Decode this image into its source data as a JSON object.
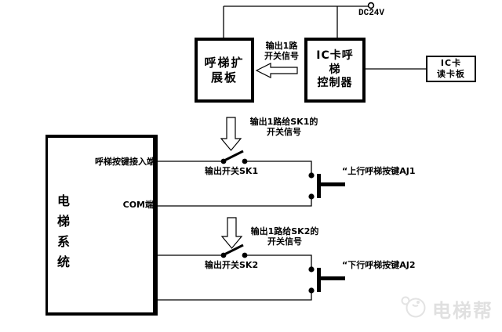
{
  "diagram": {
    "power": {
      "label": "DC24V"
    },
    "boxes": {
      "expansion_board": {
        "line1": "呼梯扩",
        "line2": "展板"
      },
      "controller": {
        "line1": "IC卡呼",
        "line2": "梯",
        "line3": "控制器"
      },
      "card_reader": {
        "line1": "IC卡",
        "line2": "读卡板"
      },
      "elevator_system": {
        "chars": [
          "电",
          "梯",
          "系",
          "统"
        ]
      }
    },
    "signal_labels": {
      "to_expansion": {
        "line1": "输出1路",
        "line2": "开关信号"
      },
      "to_sk1": {
        "line1": "输出1路给SK1的",
        "line2": "开关信号"
      },
      "to_sk2": {
        "line1": "输出1路给SK2的",
        "line2": "开关信号"
      }
    },
    "terminals": {
      "button_input": "呼梯按键接入端",
      "com": "COM端"
    },
    "switches": {
      "sk1": "输出开关SK1",
      "sk2": "输出开关SK2"
    },
    "push_buttons": {
      "aj1": "“上行呼梯按键AJ1",
      "aj2": "“下行呼梯按键AJ2"
    }
  },
  "watermark": {
    "brand": "电梯帮"
  },
  "colors": {
    "line": "#000000",
    "watermark": "#e0e0e0",
    "background": "#ffffff"
  }
}
